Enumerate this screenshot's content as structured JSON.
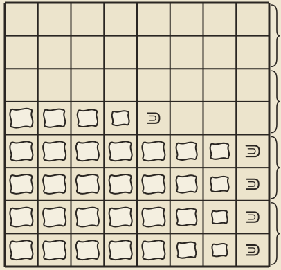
{
  "diagram": {
    "rows": 8,
    "cols": 8,
    "palette": {
      "paper": "#efe8d2",
      "ink": "#2a2622",
      "cell_fill": "#ece4cc",
      "shape_fill": "#f4efe0"
    },
    "cells": [
      [
        "empty",
        "empty",
        "empty",
        "empty",
        "empty",
        "empty",
        "empty",
        "empty"
      ],
      [
        "empty",
        "empty",
        "empty",
        "empty",
        "empty",
        "empty",
        "empty",
        "empty"
      ],
      [
        "empty",
        "empty",
        "empty",
        "empty",
        "empty",
        "empty",
        "empty",
        "empty"
      ],
      [
        "squiggle-square",
        "squiggle-square",
        "squiggle-square",
        "squiggle-square",
        "cup-form",
        "empty",
        "empty",
        "empty"
      ],
      [
        "squiggle-square",
        "squiggle-square",
        "squiggle-square",
        "squiggle-square",
        "squiggle-square",
        "squiggle-square",
        "squiggle-square",
        "cup-form"
      ],
      [
        "squiggle-square",
        "squiggle-square",
        "squiggle-square",
        "squiggle-square",
        "squiggle-square",
        "squiggle-square",
        "squiggle-square",
        "cup-form"
      ],
      [
        "squiggle-square",
        "squiggle-square",
        "squiggle-square",
        "squiggle-square",
        "squiggle-square",
        "squiggle-square",
        "squiggle-square",
        "cup-form"
      ],
      [
        "squiggle-square",
        "squiggle-square",
        "squiggle-square",
        "squiggle-square",
        "squiggle-square",
        "squiggle-square",
        "squiggle-square",
        "cup-form"
      ]
    ],
    "shape_scale": [
      [
        0,
        0,
        0,
        0,
        0,
        0,
        0,
        0
      ],
      [
        0,
        0,
        0,
        0,
        0,
        0,
        0,
        0
      ],
      [
        0,
        0,
        0,
        0,
        0,
        0,
        0,
        0
      ],
      [
        0.9,
        0.85,
        0.8,
        0.68,
        0.5,
        0,
        0,
        0
      ],
      [
        0.9,
        0.9,
        0.9,
        0.9,
        0.9,
        0.82,
        0.75,
        0.55
      ],
      [
        0.9,
        0.9,
        0.9,
        0.9,
        0.9,
        0.82,
        0.72,
        0.5
      ],
      [
        0.9,
        0.9,
        0.9,
        0.9,
        0.9,
        0.8,
        0.62,
        0.5
      ],
      [
        0.9,
        0.9,
        0.9,
        0.9,
        0.9,
        0.75,
        0.6,
        0.5
      ]
    ],
    "brace_groups": [
      {
        "from_row": 0,
        "to_row": 1
      },
      {
        "from_row": 2,
        "to_row": 3
      },
      {
        "from_row": 4,
        "to_row": 5
      },
      {
        "from_row": 6,
        "to_row": 7
      }
    ]
  }
}
